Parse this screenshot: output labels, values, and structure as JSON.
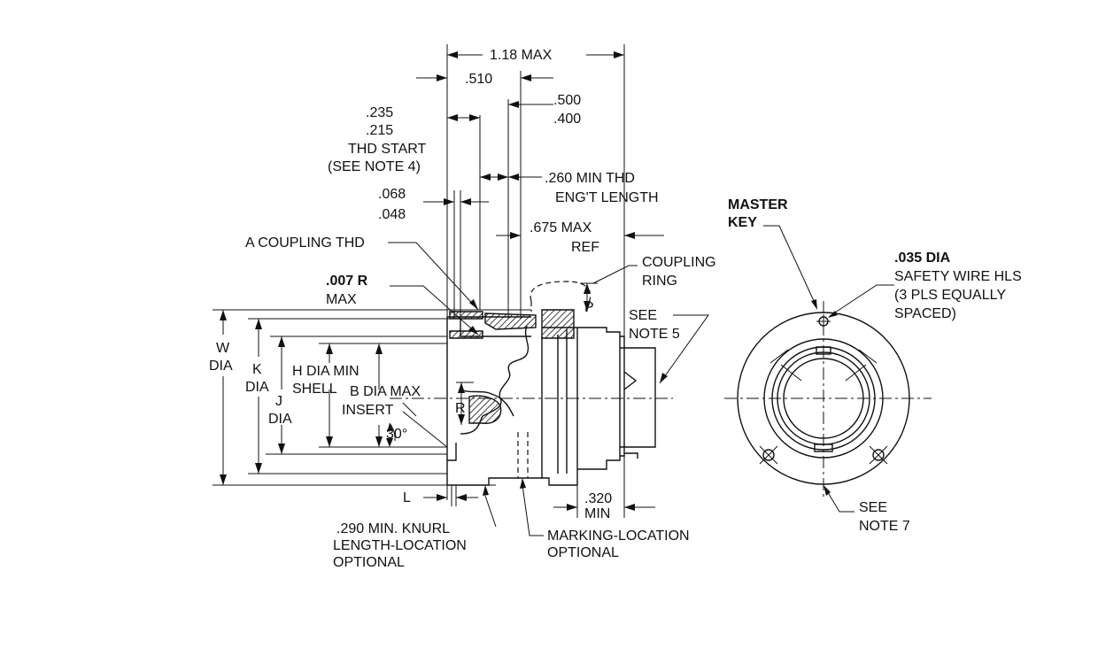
{
  "labels": {
    "overall_length": "1.18 MAX",
    "dim_510": ".510",
    "dim_500": ".500",
    "dim_400": ".400",
    "dim_235": ".235",
    "dim_215": ".215",
    "thd_start": "THD START",
    "see_note_4": "(SEE NOTE 4)",
    "thd_eng_1": ".260 MIN THD",
    "thd_eng_2": "ENG'T LENGTH",
    "dim_068": ".068",
    "dim_048": ".048",
    "max_ref_1": ".675 MAX",
    "max_ref_2": "REF",
    "a_coupling_thd": "A COUPLING THD",
    "radius_1": ".007 R",
    "radius_2": "MAX",
    "coupling_ring_1": "COUPLING",
    "coupling_ring_2": "RING",
    "p_label": "P",
    "see_note_5_1": "SEE",
    "see_note_5_2": "NOTE 5",
    "w_dia_1": "W",
    "w_dia_2": "DIA",
    "k_dia_1": "K",
    "k_dia_2": "DIA",
    "h_dia_1": "H DIA MIN",
    "h_dia_2": "SHELL",
    "j_dia_1": "J",
    "j_dia_2": "DIA",
    "b_dia_1": "B DIA MAX",
    "b_dia_2": "INSERT",
    "r_label": "R",
    "angle": "30°",
    "l_label": "L",
    "dim_320_1": ".320",
    "dim_320_2": "MIN",
    "knurl_1": ".290 MIN. KNURL",
    "knurl_2": "LENGTH-LOCATION",
    "knurl_3": "OPTIONAL",
    "marking_1": "MARKING-LOCATION",
    "marking_2": "OPTIONAL",
    "master_key_1": "MASTER",
    "master_key_2": "KEY",
    "safety_1": ".035 DIA",
    "safety_2": "SAFETY WIRE HLS",
    "safety_3": "(3 PLS EQUALLY",
    "safety_4": "SPACED)",
    "see_note_7_1": "SEE",
    "see_note_7_2": "NOTE 7"
  }
}
